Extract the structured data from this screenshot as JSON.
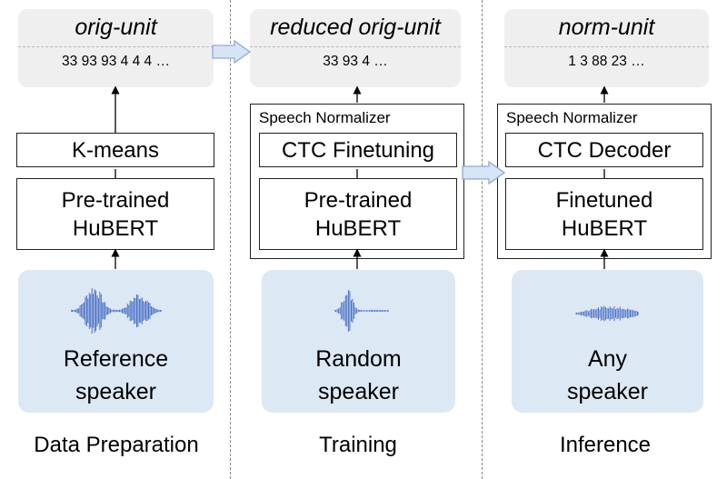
{
  "columns": [
    {
      "unit_title": "orig-unit",
      "unit_sequence": "33 93 93 4 4 4 …",
      "top_box": "K-means",
      "model_line1": "Pre-trained",
      "model_line2": "HuBERT",
      "speaker_line1": "Reference",
      "speaker_line2": "speaker",
      "stage": "Data Preparation"
    },
    {
      "unit_title": "reduced orig-unit",
      "unit_sequence": "33 93 4 …",
      "normalizer_label": "Speech Normalizer",
      "top_box": "CTC Finetuning",
      "model_line1": "Pre-trained",
      "model_line2": "HuBERT",
      "speaker_line1": "Random",
      "speaker_line2": "speaker",
      "stage": "Training"
    },
    {
      "unit_title": "norm-unit",
      "unit_sequence": "1 3 88 23 …",
      "normalizer_label": "Speech Normalizer",
      "top_box": "CTC Decoder",
      "model_line1": "Finetuned",
      "model_line2": "HuBERT",
      "speaker_line1": "Any",
      "speaker_line2": "speaker",
      "stage": "Inference"
    }
  ],
  "colors": {
    "unit_panel": "#efefef",
    "speaker_panel": "#dde8f5",
    "waveform": "#4a6fc4",
    "block_arrow_fill": "#d6e4f5",
    "block_arrow_stroke": "#8eaadb"
  },
  "icons": [
    "waveform-icon",
    "block-arrow-right-icon",
    "arrow-up-icon"
  ]
}
